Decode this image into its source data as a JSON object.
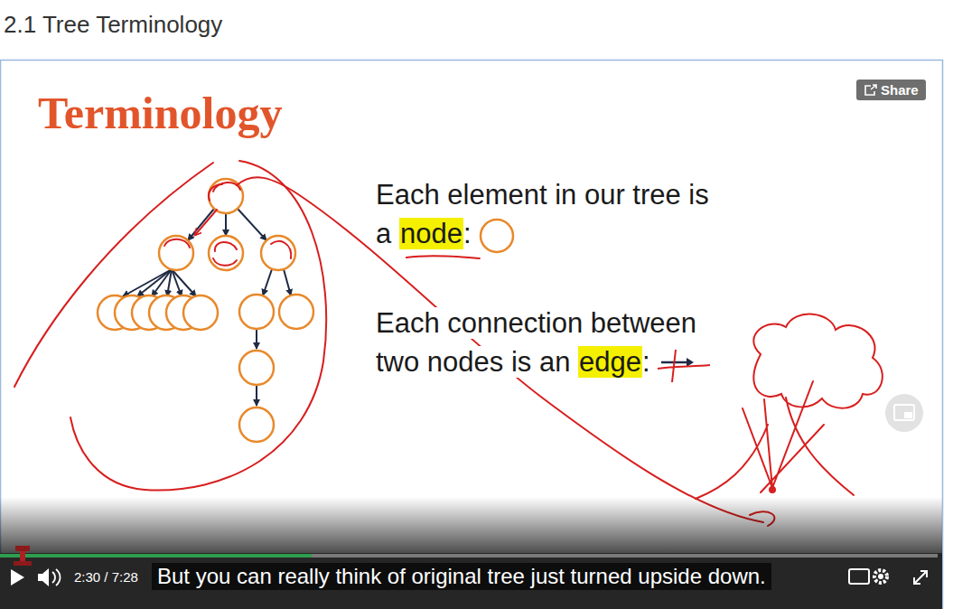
{
  "diagram": {
    "title": "2.1 Tree Terminology",
    "nodes": [
      {
        "text": [
          "Share"
        ]
      },
      {
        "text": [
          "But you can really think of original tree just turned upside down."
        ]
      }
    ],
    "labels": [
      "Terminology",
      "Each element in our tree is a",
      "node",
      ":",
      "Each connection between two nodes is an",
      "edge",
      ":",
      "2:30 / 7:28"
    ]
  }
}
